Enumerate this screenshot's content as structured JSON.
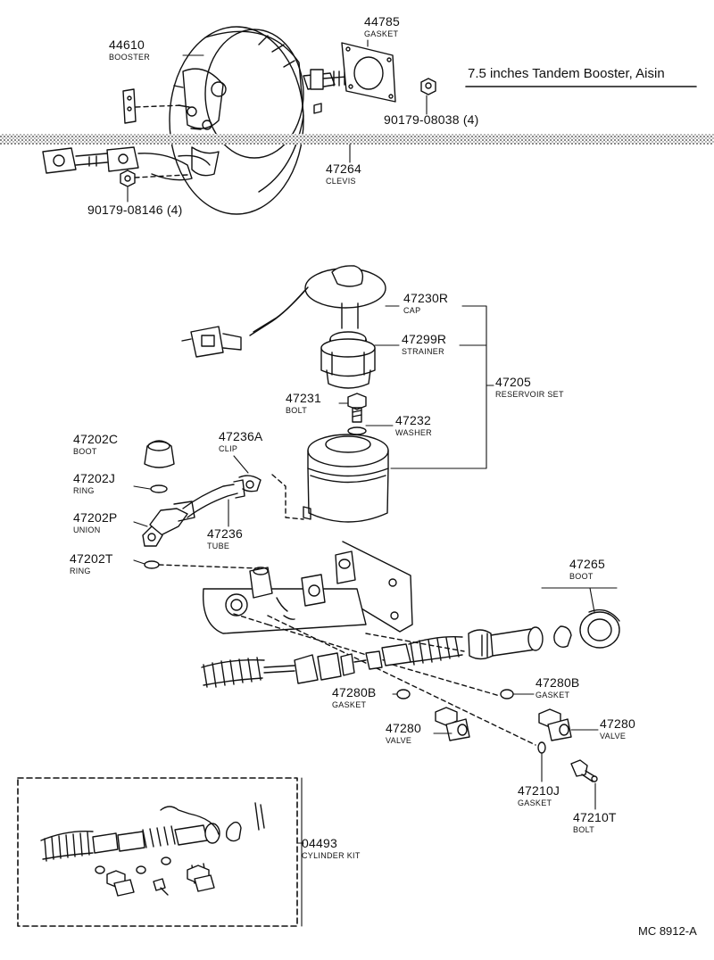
{
  "title": "7.5 inches Tandem Booster, Aisin",
  "drawing_code": "MC 8912-A",
  "parts": [
    {
      "id": "p44610",
      "number": "44610",
      "name": "BOOSTER"
    },
    {
      "id": "p44785",
      "number": "44785",
      "name": "GASKET"
    },
    {
      "id": "p90179a",
      "number": "90179-08038 (4)",
      "name": ""
    },
    {
      "id": "p47264",
      "number": "47264",
      "name": "CLEVIS"
    },
    {
      "id": "p90179b",
      "number": "90179-08146 (4)",
      "name": ""
    },
    {
      "id": "p47230R",
      "number": "47230R",
      "name": "CAP"
    },
    {
      "id": "p47299R",
      "number": "47299R",
      "name": "STRAINER"
    },
    {
      "id": "p47205",
      "number": "47205",
      "name": "RESERVOIR SET"
    },
    {
      "id": "p47231",
      "number": "47231",
      "name": "BOLT"
    },
    {
      "id": "p47232",
      "number": "47232",
      "name": "WASHER"
    },
    {
      "id": "p47202C",
      "number": "47202C",
      "name": "BOOT"
    },
    {
      "id": "p47236A",
      "number": "47236A",
      "name": "CLIP"
    },
    {
      "id": "p47202J",
      "number": "47202J",
      "name": "RING"
    },
    {
      "id": "p47202P",
      "number": "47202P",
      "name": "UNION"
    },
    {
      "id": "p47236",
      "number": "47236",
      "name": "TUBE"
    },
    {
      "id": "p47202T",
      "number": "47202T",
      "name": "RING"
    },
    {
      "id": "p47265",
      "number": "47265",
      "name": "BOOT"
    },
    {
      "id": "p47280B1",
      "number": "47280B",
      "name": "GASKET"
    },
    {
      "id": "p47280B2",
      "number": "47280B",
      "name": "GASKET"
    },
    {
      "id": "p47280a",
      "number": "47280",
      "name": "VALVE"
    },
    {
      "id": "p47280b",
      "number": "47280",
      "name": "VALVE"
    },
    {
      "id": "p47210J",
      "number": "47210J",
      "name": "GASKET"
    },
    {
      "id": "p47210T",
      "number": "47210T",
      "name": "BOLT"
    },
    {
      "id": "p04493",
      "number": "04493",
      "name": "CYLINDER KIT"
    }
  ]
}
